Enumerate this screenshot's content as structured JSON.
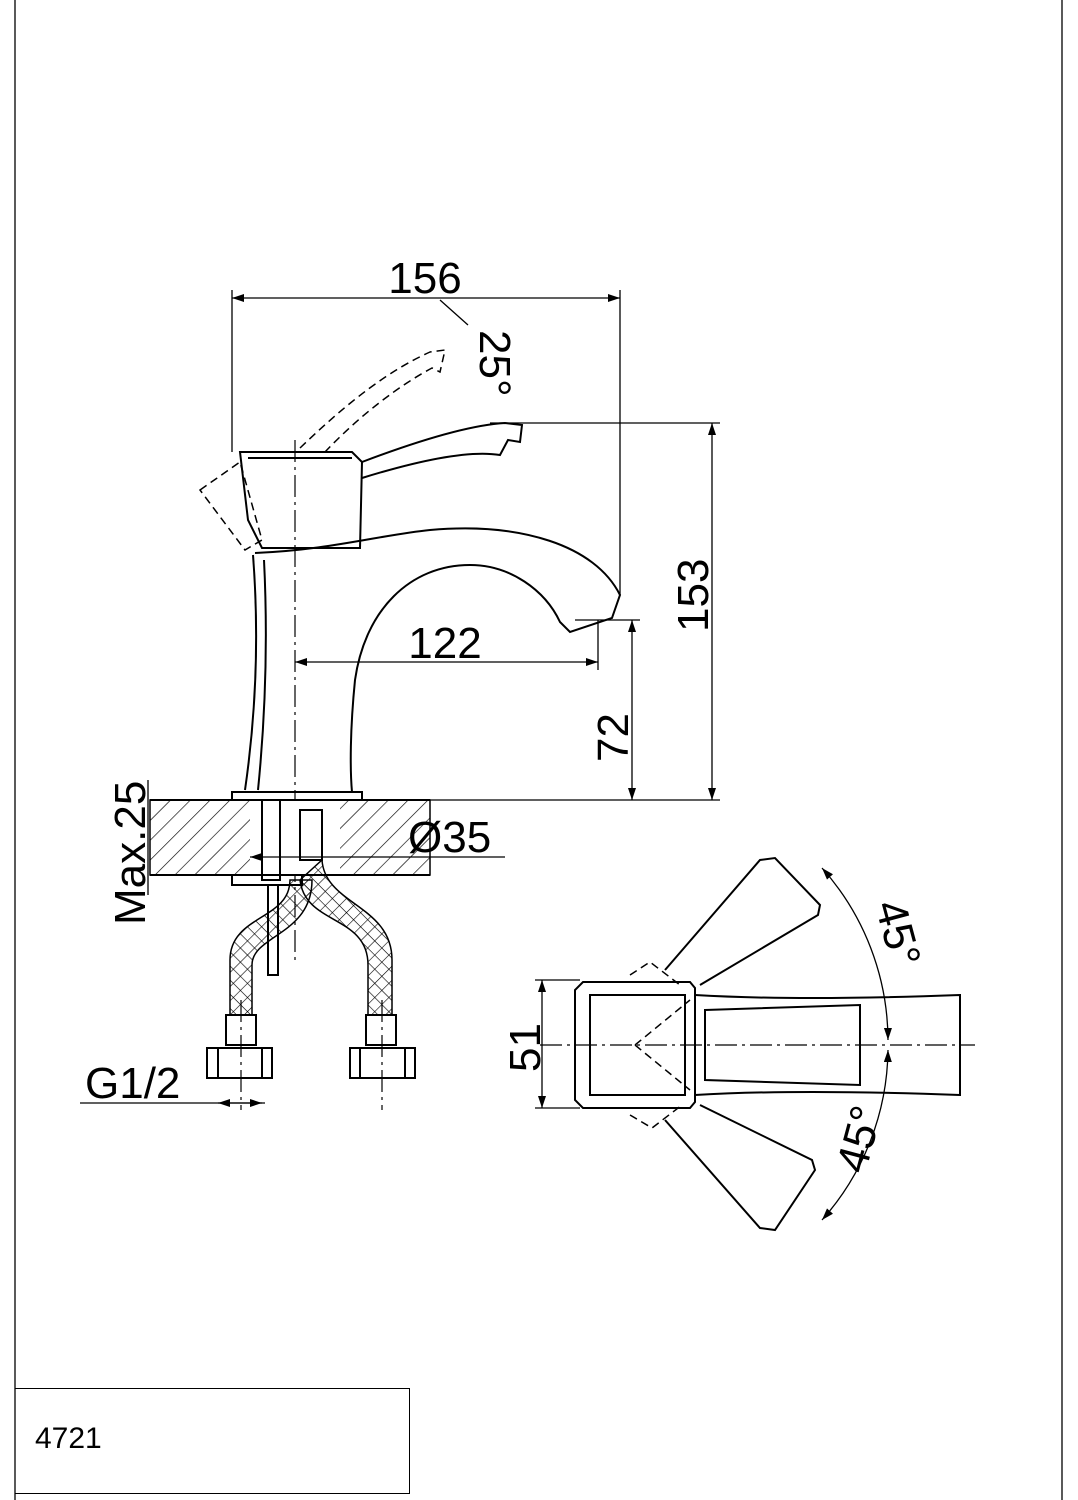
{
  "drawing": {
    "model_number": "4721",
    "dimensions": {
      "overall_width": "156",
      "lever_angle": "25°",
      "overall_height": "153",
      "spout_reach": "122",
      "spout_height": "72",
      "max_deck_thickness": "Max.25",
      "mounting_hole": "Ø35",
      "connection_thread": "G1/2",
      "body_width": "51",
      "rotation_angle_left": "45°",
      "rotation_angle_right": "45°"
    }
  }
}
